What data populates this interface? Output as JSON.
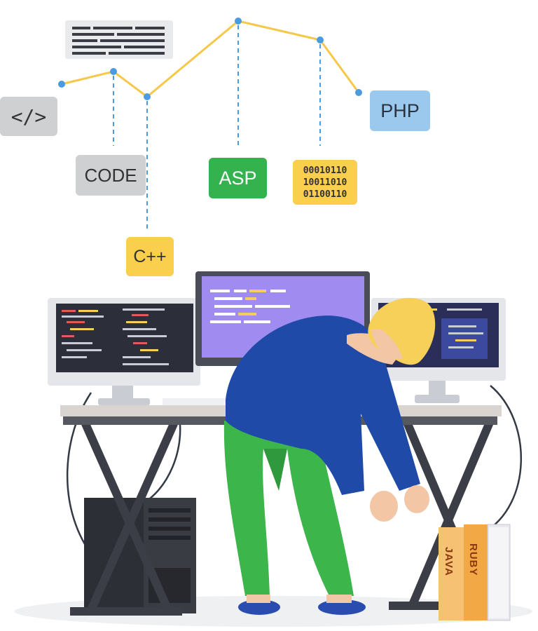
{
  "tags": {
    "html": "</>",
    "code": "CODE",
    "cpp": "C++",
    "asp": "ASP",
    "php": "PHP",
    "binary": [
      "00010110",
      "10011010",
      "01100110"
    ]
  },
  "books": {
    "left": "JAVA",
    "right": "RUBY"
  },
  "colors": {
    "line": "#f6c84a",
    "dot": "#4a9be0",
    "shirt": "#1f4aa8",
    "pants": "#3cb54a",
    "hair": "#f7d05a",
    "desk": "#d9d4d0",
    "monitor_screen_center": "#a08cf0",
    "monitor_screen_dark": "#2c2e3a"
  }
}
